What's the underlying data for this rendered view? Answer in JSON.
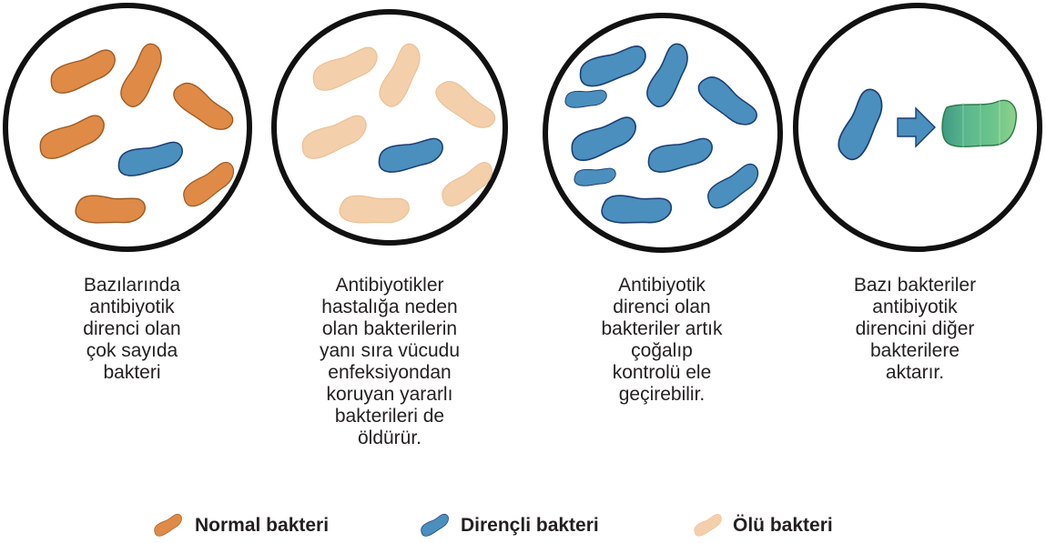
{
  "captions": [
    "Bazılarında\nantibiyotik\ndirenci olan\nçok sayıda\nbakteri",
    "Antibiyotikler\nhastalığa neden\nolan bakterilerin\nyanı sıra vücudu\nenfeksiyondan\nkoruyan yararlı\nbakterileri de\nöldürür.",
    "Antibiyotik\ndirenci olan\nbakteriler artık\nçoğalıp\nkontrolü ele\ngeçirebilir.",
    "Bazı bakteriler\nantibiyotik\ndirencini diğer\nbakterilere\naktarır."
  ],
  "legend": {
    "normal": "Normal bakteri",
    "resistant": "Dirençli bakteri",
    "dead": "Ölü bakteri"
  },
  "colors": {
    "normal": "#df8a46",
    "resistant": "#4a8fbd",
    "dead": "#f3cfab",
    "transfer": "#5fbf7a"
  }
}
